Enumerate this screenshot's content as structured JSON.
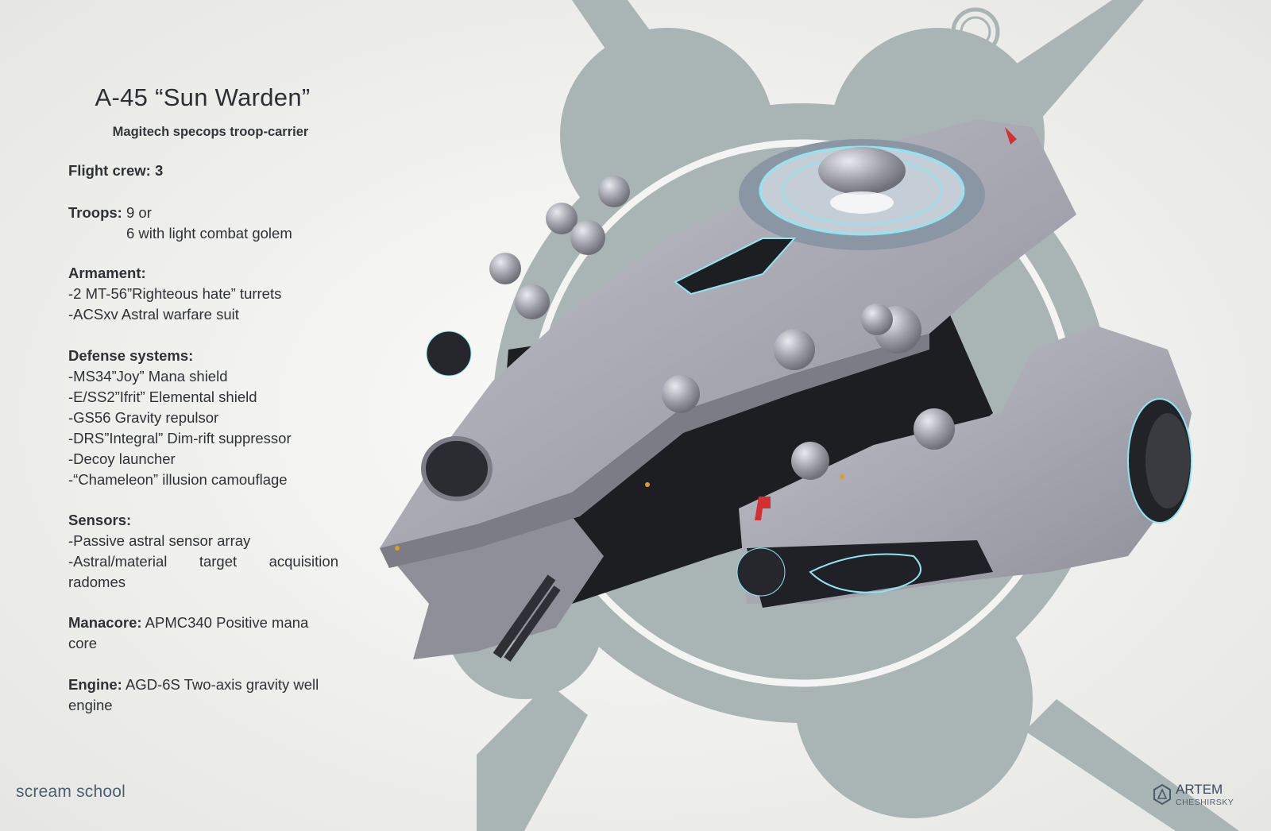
{
  "header": {
    "title": "A-45 “Sun Warden”",
    "subtitle": "Magitech specops troop-carrier"
  },
  "specs": {
    "flight_crew": {
      "label": "Flight crew:",
      "value": "3"
    },
    "troops": {
      "label": "Troops:",
      "line1": "9 or",
      "line2": "6 with light combat golem"
    },
    "armament": {
      "label": "Armament:",
      "items": [
        "-2 MT-56”Righteous hate” turrets",
        "-ACSxv Astral warfare suit"
      ]
    },
    "defense": {
      "label": "Defense systems:",
      "items": [
        "-MS34”Joy” Mana shield",
        "-E/SS2”Ifrit” Elemental shield",
        "-GS56 Gravity repulsor",
        "-DRS”Integral” Dim-rift suppressor",
        "-Decoy launcher",
        "-“Chameleon” illusion camouflage"
      ]
    },
    "sensors": {
      "label": "Sensors:",
      "items": [
        "-Passive astral sensor array",
        "-Astral/material target acquisition radomes"
      ]
    },
    "manacore": {
      "label": "Manacore:",
      "value": "APMC340 Positive mana core"
    },
    "engine": {
      "label": "Engine:",
      "value": "AGD-6S Two-axis gravity well engine"
    }
  },
  "footer": {
    "left_brand": "scream school",
    "right_brand_name": "ARTEM",
    "right_brand_sub": "CHESHIRSKY",
    "right_logo_icon": "artem-logo-icon"
  },
  "colors": {
    "background": "#f1f1ef",
    "emblem": "#a9b5b4",
    "hull": "#a8a8b2",
    "glow": "#8fe6f2"
  }
}
